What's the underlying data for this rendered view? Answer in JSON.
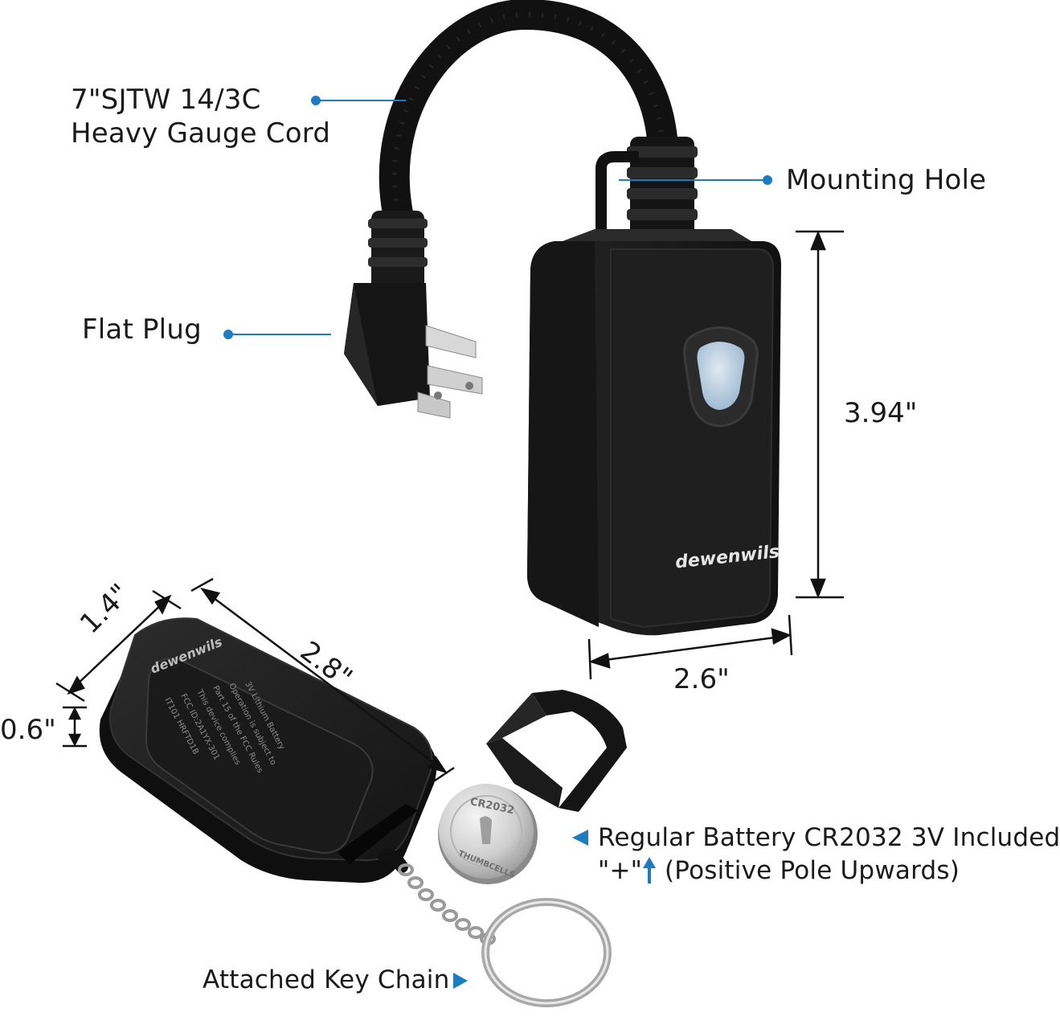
{
  "labels": {
    "cord_line1": "7\"SJTW 14/3C",
    "cord_line2": "Heavy Gauge Cord",
    "mounting_hole": "Mounting Hole",
    "flat_plug": "Flat Plug",
    "battery_line1": "Regular Battery CR2032 3V Included",
    "battery_line2_plus": "\"+\"",
    "battery_line2_rest": "(Positive Pole Upwards)",
    "key_chain": "Attached Key Chain"
  },
  "dimensions": {
    "height": "3.94\"",
    "width": "2.6\"",
    "remote_width": "1.4\"",
    "remote_length": "2.8\"",
    "remote_thickness": "0.6\""
  },
  "brand": {
    "outlet_logo": "dewenwils",
    "remote_logo": "dewenwils"
  },
  "battery_text": {
    "model": "CR2032",
    "brand": "THUMBCELLS"
  },
  "colors": {
    "callout_blue": "#1a7cc7",
    "device_black": "#1c1c1c",
    "indicator_light": "#a9c4da"
  }
}
